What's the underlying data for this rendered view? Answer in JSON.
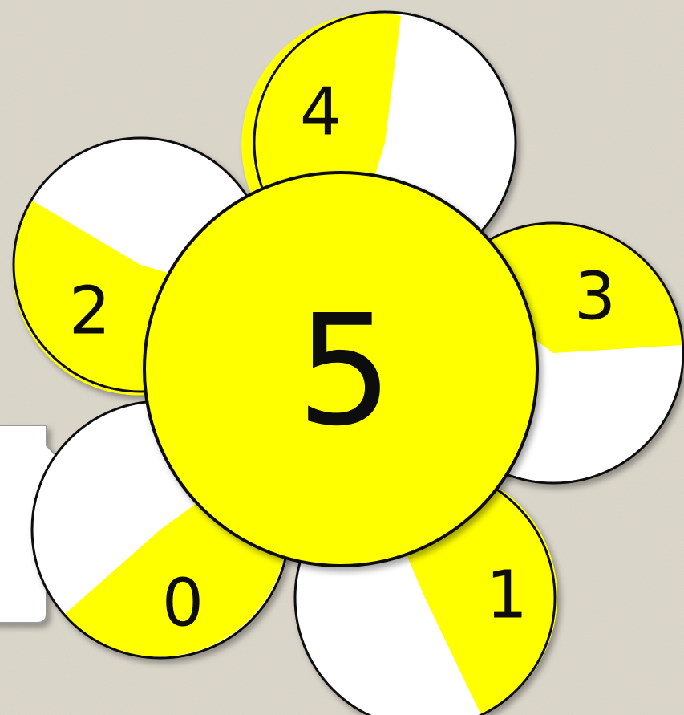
{
  "center": {
    "label": "5"
  },
  "petals": [
    {
      "id": "petal-0",
      "label": "0"
    },
    {
      "id": "petal-1",
      "label": "1"
    },
    {
      "id": "petal-2",
      "label": "2"
    },
    {
      "id": "petal-3",
      "label": "3"
    },
    {
      "id": "petal-4",
      "label": "4"
    }
  ],
  "colors": {
    "background": "#ddd8cc",
    "fill": "#ffff00",
    "blank": "#ffffff",
    "stroke": "#111111"
  }
}
